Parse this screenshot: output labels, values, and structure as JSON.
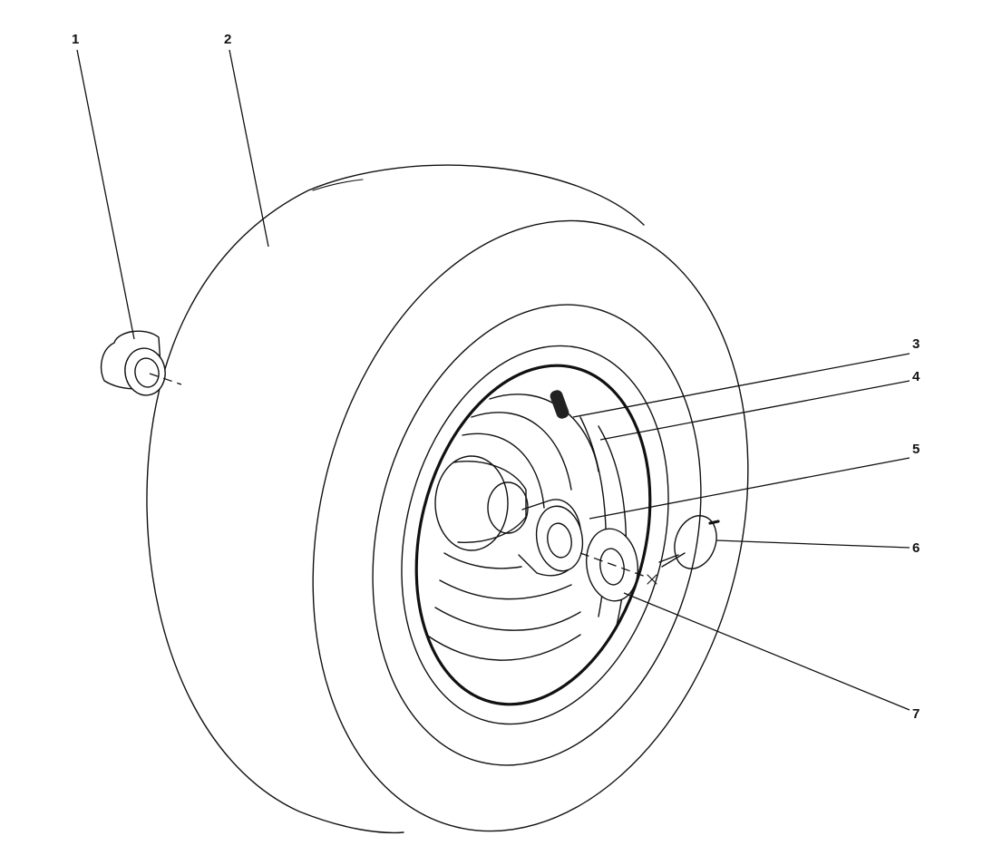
{
  "callouts": [
    {
      "id": "1",
      "label": "1"
    },
    {
      "id": "2",
      "label": "2"
    },
    {
      "id": "3",
      "label": "3"
    },
    {
      "id": "4",
      "label": "4"
    },
    {
      "id": "5",
      "label": "5"
    },
    {
      "id": "6",
      "label": "6"
    },
    {
      "id": "7",
      "label": "7"
    }
  ],
  "colors": {
    "background": "#ffffff",
    "ink": "#111111"
  }
}
